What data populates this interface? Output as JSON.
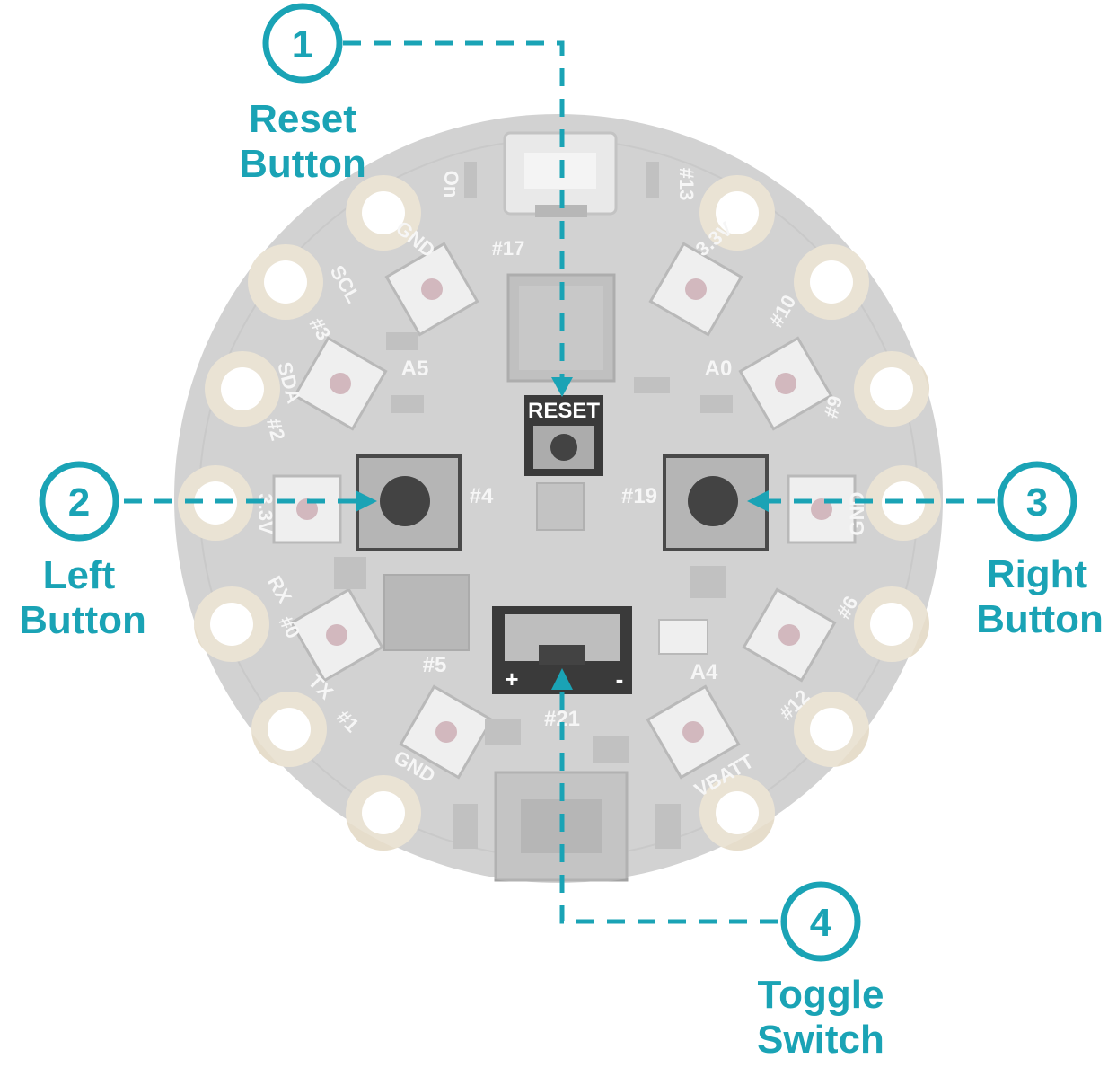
{
  "accent_color": "#1aa3b5",
  "callouts": [
    {
      "number": "1",
      "label_line1": "Reset",
      "label_line2": "Button"
    },
    {
      "number": "2",
      "label_line1": "Left",
      "label_line2": "Button"
    },
    {
      "number": "3",
      "label_line1": "Right",
      "label_line2": "Button"
    },
    {
      "number": "4",
      "label_line1": "Toggle",
      "label_line2": "Switch"
    }
  ],
  "board": {
    "reset_label": "RESET",
    "on_label": "On",
    "pin13": "#13",
    "gnd_top": "GND",
    "pin17": "#17",
    "v33_top": "3.3V",
    "scl": "SCL",
    "pin3": "#3",
    "pin10": "#10",
    "sda": "SDA",
    "pin2": "#2",
    "a5": "A5",
    "a0": "A0",
    "pin9": "#9",
    "pin4": "#4",
    "pin19": "#19",
    "v33_left": "3.3V",
    "gnd_right": "GND",
    "rx": "RX",
    "pin0": "#0",
    "pin6": "#6",
    "pin5": "#5",
    "a4": "A4",
    "tx": "TX",
    "pin1": "#1",
    "pin12": "#12",
    "pin21": "#21",
    "gnd_bottom": "GND",
    "vbatt": "VBATT",
    "plus": "+",
    "minus": "-"
  }
}
